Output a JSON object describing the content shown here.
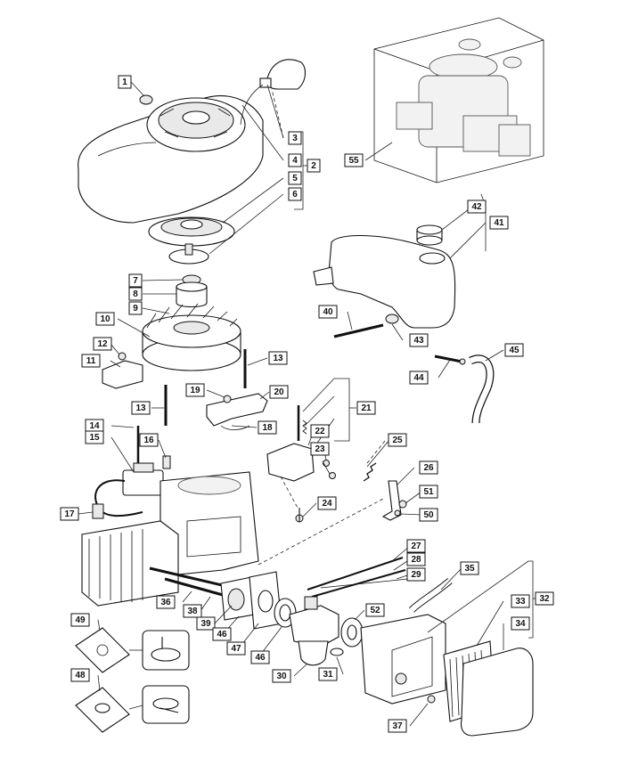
{
  "labels": [
    "1",
    "2",
    "3",
    "4",
    "5",
    "6",
    "7",
    "8",
    "9",
    "10",
    "11",
    "12",
    "13",
    "13b",
    "14",
    "15",
    "16",
    "17",
    "18",
    "19",
    "20",
    "21",
    "22",
    "23",
    "24",
    "25",
    "26",
    "27",
    "28",
    "29",
    "30",
    "31",
    "32",
    "33",
    "34",
    "35",
    "36",
    "37",
    "38",
    "39",
    "40",
    "41",
    "42",
    "43",
    "44",
    "45",
    "46",
    "46b",
    "47",
    "48",
    "49",
    "50",
    "51",
    "52",
    "55"
  ],
  "label_text": {
    "1": "1",
    "2": "2",
    "3": "3",
    "4": "4",
    "5": "5",
    "6": "6",
    "7": "7",
    "8": "8",
    "9": "9",
    "10": "10",
    "11": "11",
    "12": "12",
    "13": "13",
    "13b": "13",
    "14": "14",
    "15": "15",
    "16": "16",
    "17": "17",
    "18": "18",
    "19": "19",
    "20": "20",
    "21": "21",
    "22": "22",
    "23": "23",
    "24": "24",
    "25": "25",
    "26": "26",
    "27": "27",
    "28": "28",
    "29": "29",
    "30": "30",
    "31": "31",
    "32": "32",
    "33": "33",
    "34": "34",
    "35": "35",
    "36": "36",
    "37": "37",
    "38": "38",
    "39": "39",
    "40": "40",
    "41": "41",
    "42": "42",
    "43": "43",
    "44": "44",
    "45": "45",
    "46": "46",
    "46b": "46",
    "47": "47",
    "48": "48",
    "49": "49",
    "50": "50",
    "51": "51",
    "52": "52",
    "55": "55"
  }
}
